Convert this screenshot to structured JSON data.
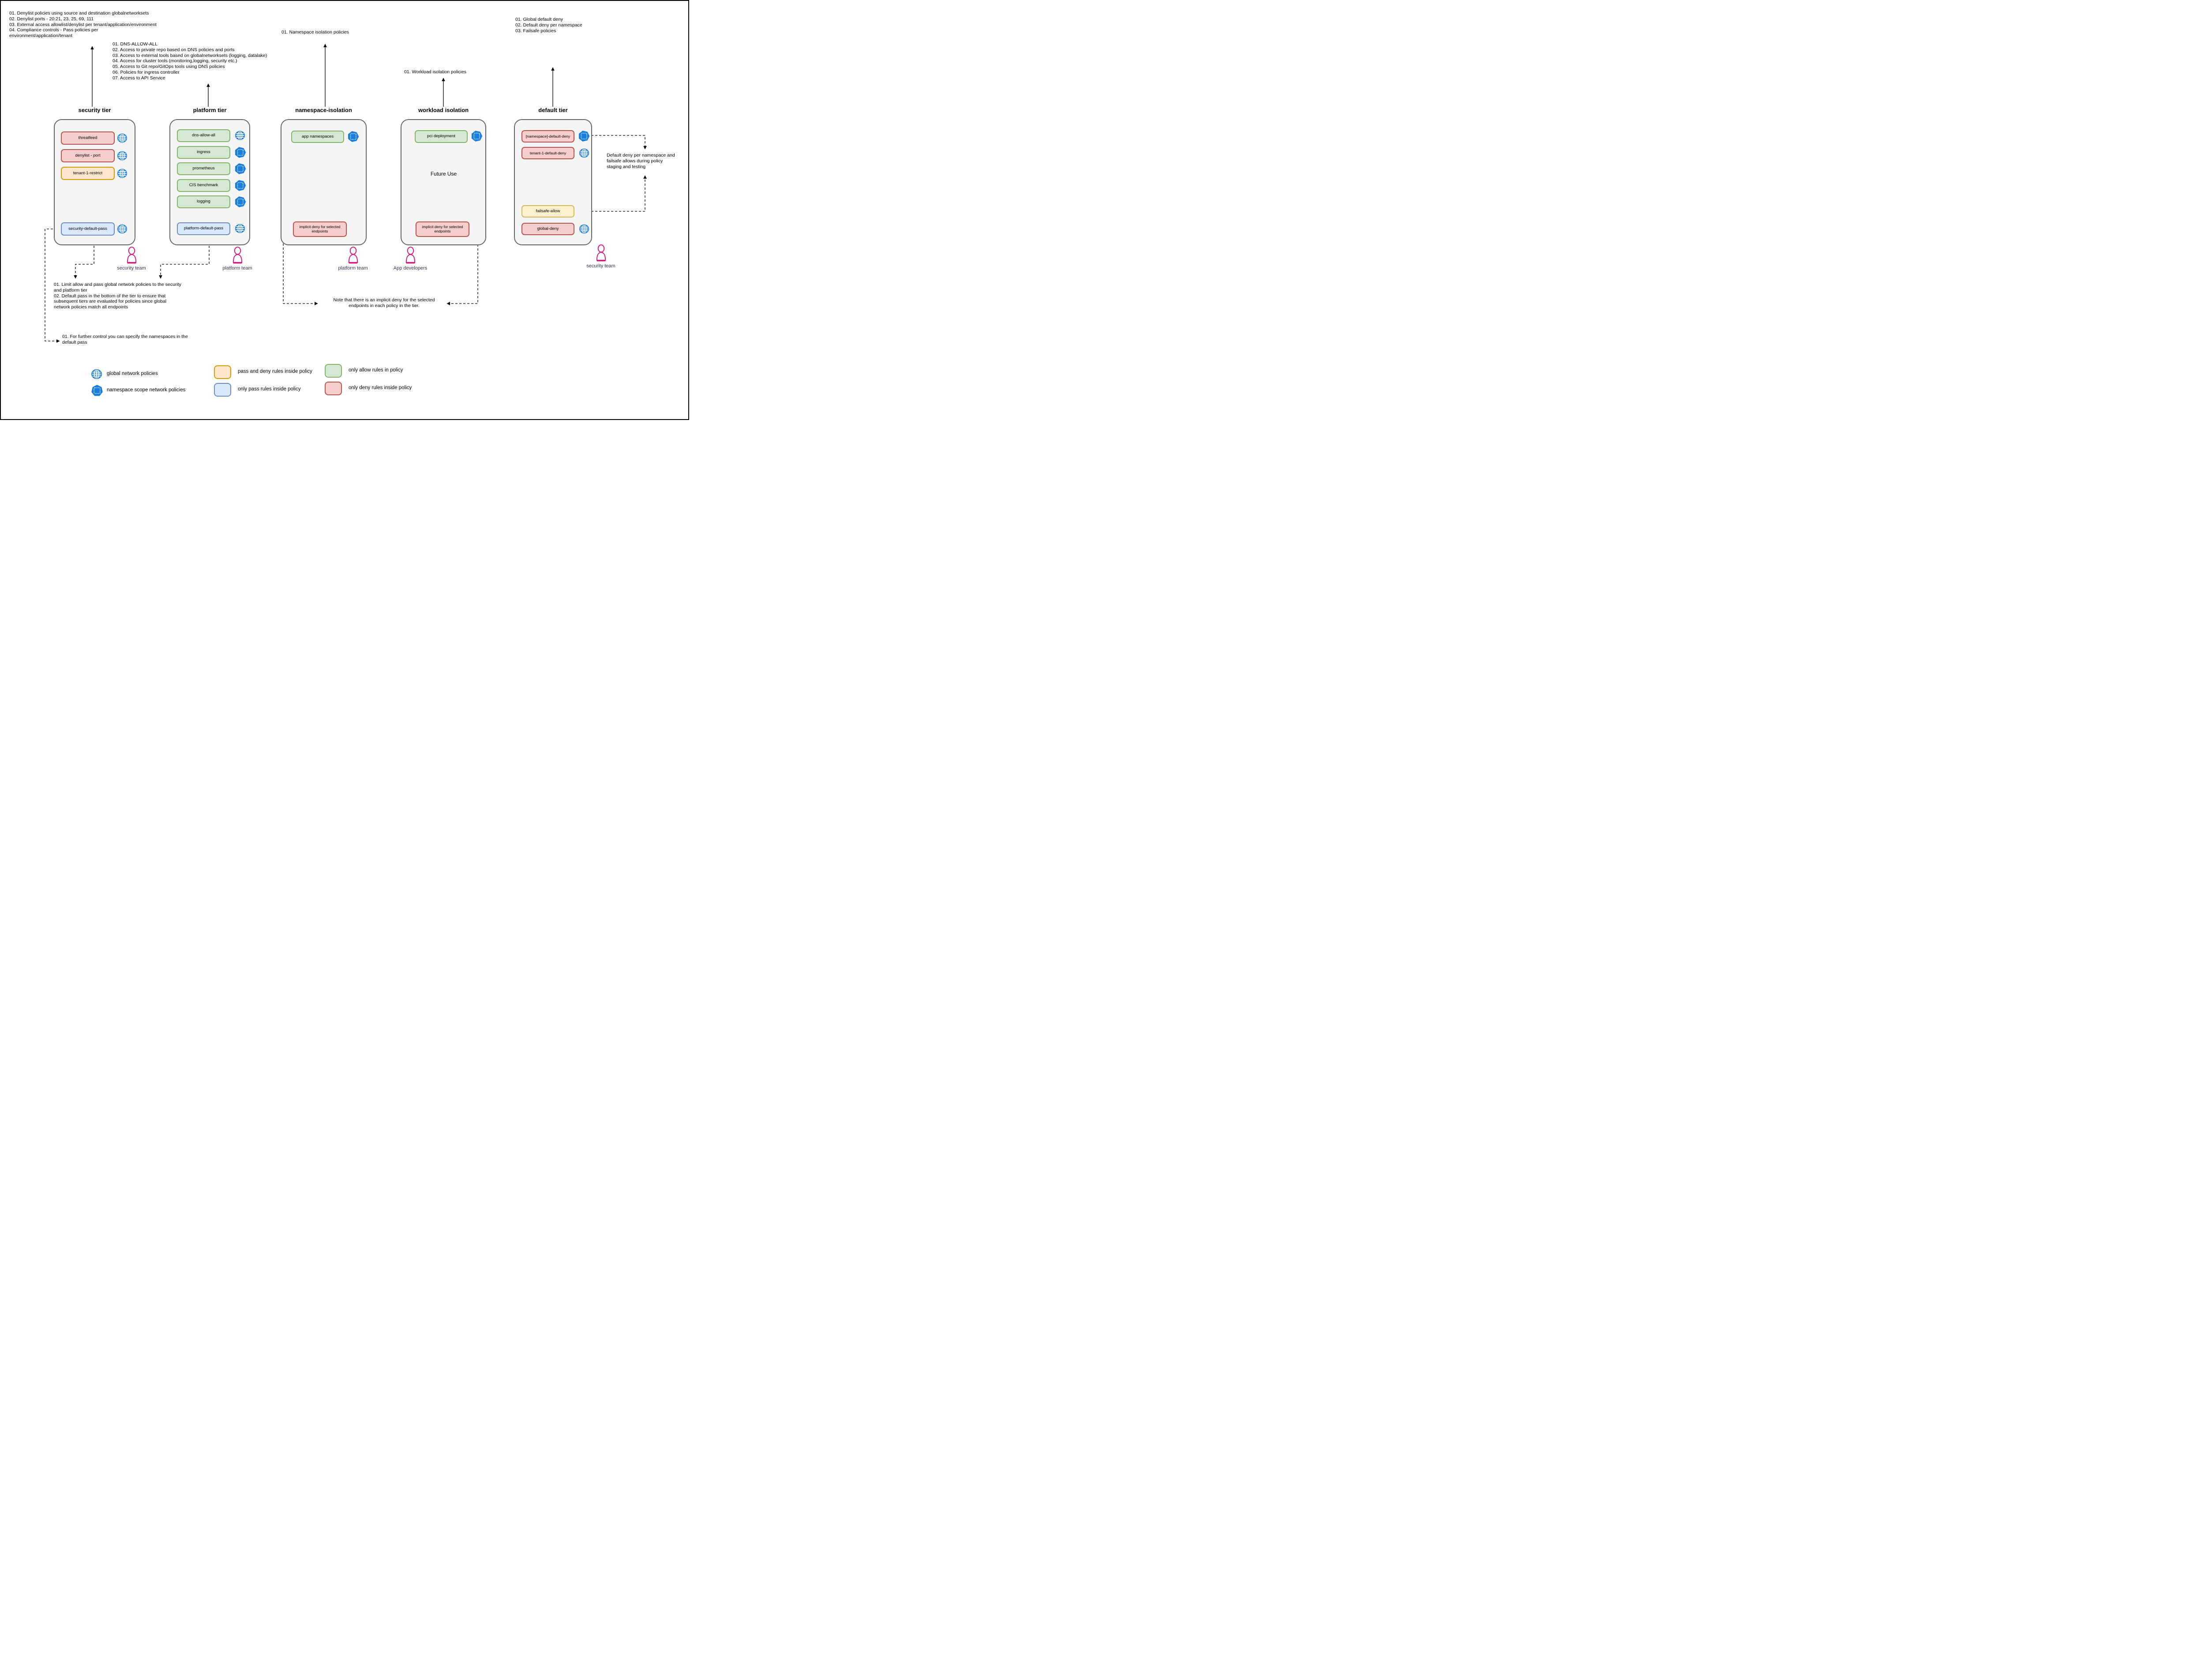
{
  "colors": {
    "deny_fill": "#f8cecc",
    "deny_border": "#b85450",
    "allow_fill": "#d5e8d4",
    "allow_border": "#82b366",
    "pass_deny_fill": "#ffe6cc",
    "pass_deny_border": "#d79b00",
    "failsafe_fill": "#fff2cc",
    "failsafe_border": "#d6b656",
    "pass_fill": "#dae8fc",
    "pass_border": "#6c8ebf",
    "tier_fill": "#f5f5f5",
    "tier_border": "#666666",
    "policy_icon_blue": "#1a7ee0",
    "person_pink": "#d81b7a"
  },
  "notes": {
    "security": [
      "01. Denylist policies using source and destination globalnetworksets",
      "02. Denylist ports - 20:21, 23, 25, 69, 111",
      "03. External access allowlist/denylist per tenant/application/environment",
      "04. Compliance controls - Pass policies per",
      "environment/application/tenant"
    ],
    "platform": [
      "01. DNS-ALLOW-ALL",
      "02. Access to private repo based on DNS policies and ports",
      "03. Access to external tools based on globalnetworksets (logging, datalake)",
      "04. Access for cluster tools (monitoring,logging, security etc.)",
      "05. Access to Git repo/GitOps tools using DNS policies",
      "06. Policies for ingress controller",
      "07. Access to API Service"
    ],
    "namespace": "01. Namespace isolation policies",
    "workload": "01. Workload isolation policies",
    "default_tier": [
      "01. Global default deny",
      "02. Default deny per namespace",
      "03. Failsafe policies"
    ],
    "default_right": [
      "Default deny per namespace and",
      "failsafe allows during policy",
      "staging and testing"
    ],
    "limit": [
      "01. Limit allow and pass global network policies to the security",
      "and platform tier",
      "02. Default pass in the bottom of the tier to ensure that",
      "subsequent tiers are evaluated for policies since global",
      "network policies match all endpoints"
    ],
    "implicit_note": [
      "Note that there is an implicit deny for the selected",
      "endpoints in each policy in the tier."
    ],
    "further": [
      "01. For further control you can specify the namespaces in the",
      "default pass"
    ]
  },
  "tiers": [
    {
      "title": "security tier",
      "policies": [
        {
          "label": "threatfeed",
          "rules": "deny",
          "scope": "global"
        },
        {
          "label": "denylist - port",
          "rules": "deny",
          "scope": "global"
        },
        {
          "label": "tenant-1-restrict",
          "rules": "pass and deny",
          "scope": "global"
        },
        {
          "label": "security-default-pass",
          "rules": "pass",
          "scope": "global"
        }
      ]
    },
    {
      "title": "platform tier",
      "policies": [
        {
          "label": "dns-allow-all",
          "rules": "allow",
          "scope": "global"
        },
        {
          "label": "ingress",
          "rules": "allow",
          "scope": "namespace"
        },
        {
          "label": "prometheus",
          "rules": "allow",
          "scope": "namespace"
        },
        {
          "label": "CIS benchmark",
          "rules": "allow",
          "scope": "namespace"
        },
        {
          "label": "logging",
          "rules": "allow",
          "scope": "namespace"
        },
        {
          "label": "platform-default-pass",
          "rules": "pass",
          "scope": "global"
        }
      ]
    },
    {
      "title": "namespace-isolation",
      "policies": [
        {
          "label": "app namespaces",
          "rules": "allow",
          "scope": "namespace"
        },
        {
          "label": "implicit deny for selected endpoints",
          "rules": "deny",
          "scope": "none"
        }
      ]
    },
    {
      "title": "workload isolation",
      "center_label": "Future Use",
      "policies": [
        {
          "label": "pci deployment",
          "rules": "allow",
          "scope": "namespace"
        },
        {
          "label": "implicit deny for selected endpoints",
          "rules": "deny",
          "scope": "none"
        }
      ]
    },
    {
      "title": "default tier",
      "policies": [
        {
          "label": "[namespace]-default-deny",
          "rules": "deny",
          "scope": "namespace"
        },
        {
          "label": "tenant-1-default-deny",
          "rules": "deny",
          "scope": "global"
        },
        {
          "label": "failsafe-allow",
          "rules": "pass and deny",
          "scope": "none"
        },
        {
          "label": "global-deny",
          "rules": "deny",
          "scope": "global"
        }
      ]
    }
  ],
  "teams": [
    {
      "label": "security team"
    },
    {
      "label": "platform team"
    },
    {
      "label": "platform team"
    },
    {
      "label": "App developers"
    },
    {
      "label": "security team"
    }
  ],
  "legend": {
    "global_policies": "global network policies",
    "namespace_policies": "namespace scope network policies",
    "pass_deny": "pass and deny rules inside policy",
    "only_pass": "only pass rules inside policy",
    "only_allow": "only allow rules in policy",
    "only_deny": "only deny rules inside policy"
  }
}
